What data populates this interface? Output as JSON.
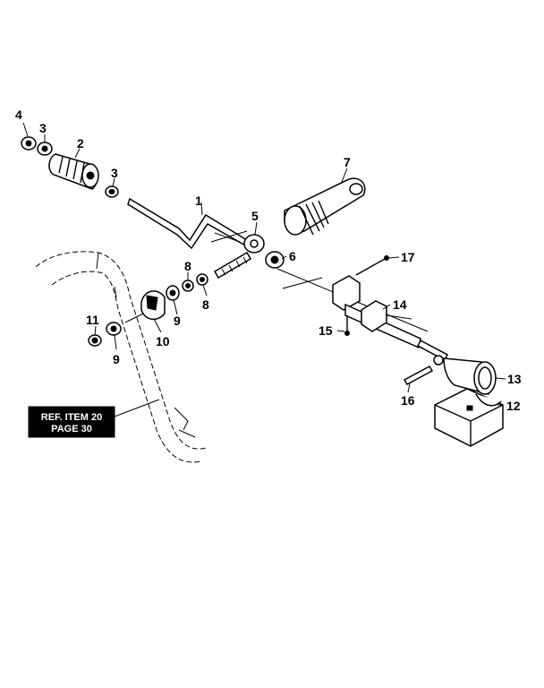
{
  "diagram": {
    "callouts": [
      {
        "id": "c1",
        "text": "1"
      },
      {
        "id": "c2",
        "text": "2"
      },
      {
        "id": "c3a",
        "text": "3"
      },
      {
        "id": "c3b",
        "text": "3"
      },
      {
        "id": "c4",
        "text": "4"
      },
      {
        "id": "c5",
        "text": "5"
      },
      {
        "id": "c6",
        "text": "6"
      },
      {
        "id": "c7",
        "text": "7"
      },
      {
        "id": "c8a",
        "text": "8"
      },
      {
        "id": "c8b",
        "text": "8"
      },
      {
        "id": "c9a",
        "text": "9"
      },
      {
        "id": "c9b",
        "text": "9"
      },
      {
        "id": "c10",
        "text": "10"
      },
      {
        "id": "c11",
        "text": "11"
      },
      {
        "id": "c12",
        "text": "12"
      },
      {
        "id": "c13",
        "text": "13"
      },
      {
        "id": "c14",
        "text": "14"
      },
      {
        "id": "c15",
        "text": "15"
      },
      {
        "id": "c16",
        "text": "16"
      },
      {
        "id": "c17",
        "text": "17"
      }
    ],
    "reference_box": {
      "line1": "REF. ITEM 20",
      "line2": "PAGE 30"
    }
  }
}
